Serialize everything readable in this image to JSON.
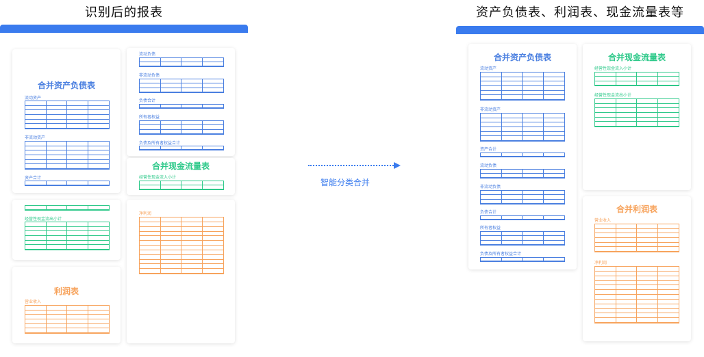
{
  "left_heading": "识别后的报表",
  "right_heading": "资产负债表、利润表、现金流量表等",
  "arrow_label": "智能分类合并",
  "labels": {
    "balance_sheet_title": "合并资产负债表",
    "current_assets": "流动资产",
    "noncurrent_assets": "非流动资产",
    "total_assets": "资产合计",
    "current_liabilities": "流动负债",
    "noncurrent_liabilities": "非流动负债",
    "total_liabilities": "负债合计",
    "owners_equity": "所有者权益",
    "total_liab_equity": "负债及所有者权益合计",
    "cashflow_title": "合并现金流量表",
    "op_cash_in_subtotal": "经营性现金流入小计",
    "op_cash_out_subtotal": "经营性现金流出小计",
    "income_title": "利润表",
    "consolidated_income_title": "合并利润表",
    "revenue": "营业收入",
    "net_profit": "净利润"
  },
  "colors": {
    "accent": "#3a7bee",
    "balance": "#4a7fe0",
    "cashflow": "#2ec98a",
    "income": "#f7a35c"
  }
}
